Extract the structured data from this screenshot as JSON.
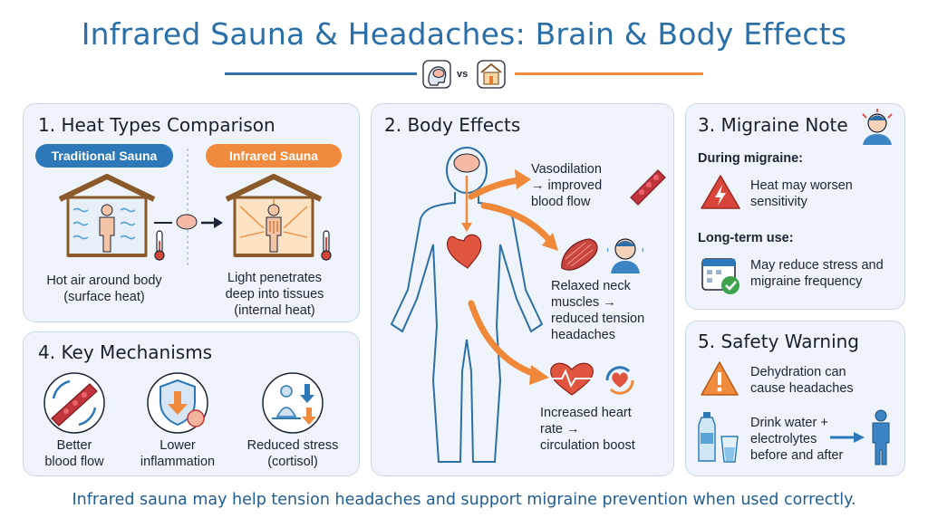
{
  "title": "Infrared Sauna & Headaches: Brain & Body Effects",
  "vs_label": "vs",
  "panel1": {
    "title": "1. Heat Types Comparison",
    "traditional_label": "Traditional Sauna",
    "infrared_label": "Infrared Sauna",
    "traditional_caption_1": "Hot air around body",
    "traditional_caption_2": "(surface heat)",
    "infrared_caption_1": "Light penetrates",
    "infrared_caption_2": "deep into tissues",
    "infrared_caption_3": "(internal heat)"
  },
  "panel2": {
    "title": "2. Body Effects",
    "effect1_lines": [
      "Vasodilation",
      "→ improved",
      "blood flow"
    ],
    "effect2_lines": [
      "Relaxed neck",
      "muscles →",
      "reduced tension",
      "headaches"
    ],
    "effect3_lines": [
      "Increased heart",
      "rate →",
      "circulation boost"
    ]
  },
  "panel3": {
    "title": "3. Migraine Note",
    "during_heading": "During migraine:",
    "during_text_1": "Heat may worsen",
    "during_text_2": "sensitivity",
    "longterm_heading": "Long-term use:",
    "longterm_text_1": "May reduce stress and",
    "longterm_text_2": "migraine frequency"
  },
  "panel4": {
    "title": "4. Key Mechanisms",
    "mech1_1": "Better",
    "mech1_2": "blood flow",
    "mech2_1": "Lower",
    "mech2_2": "inflammation",
    "mech3_1": "Reduced stress",
    "mech3_2": "(cortisol)"
  },
  "panel5": {
    "title": "5. Safety Warning",
    "warn1_1": "Dehydration can",
    "warn1_2": "cause headaches",
    "warn2_1": "Drink water +",
    "warn2_2": "electrolytes",
    "warn2_3": "before and after"
  },
  "footer": "Infrared sauna may help tension headaches and support migraine prevention when used correctly.",
  "colors": {
    "title_blue": "#2a6fa8",
    "traditional_pill": "#2d78b8",
    "infrared_pill": "#f08a3c",
    "orange_arrow": "#f0883a",
    "panel_bg": "#eef4fa"
  },
  "icons": [
    "brain-icon",
    "house-icon",
    "sauna-cabin-icon",
    "thermometer-icon",
    "body-outline-icon",
    "heart-icon",
    "blood-vessel-icon",
    "muscle-icon",
    "person-face-icon",
    "heartbeat-icon",
    "cycle-heart-icon",
    "headache-person-icon",
    "warning-lightning-icon",
    "calendar-check-icon",
    "warning-icon",
    "water-bottle-icon",
    "glass-icon",
    "standing-person-icon",
    "blood-flow-icon",
    "shield-down-icon",
    "meditation-icon"
  ]
}
